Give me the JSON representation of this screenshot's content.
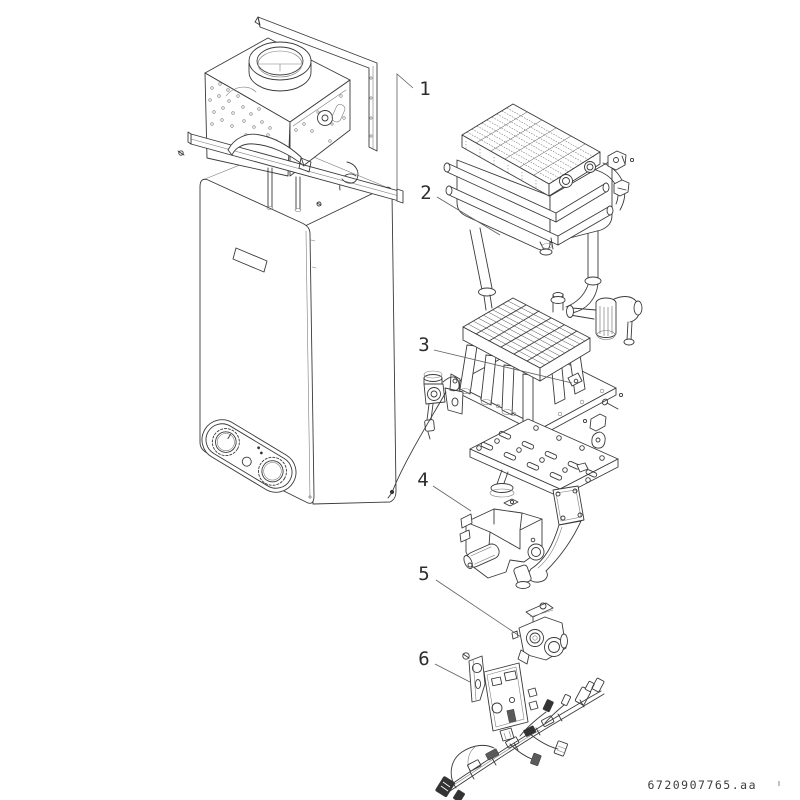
{
  "page": {
    "background": "#ffffff",
    "ink_color": "#3a3a3a",
    "leader_color": "#5f5f5f"
  },
  "callouts": [
    {
      "label": "1"
    },
    {
      "label": "2"
    },
    {
      "label": "3"
    },
    {
      "label": "4"
    },
    {
      "label": "5"
    },
    {
      "label": "6"
    }
  ],
  "footer": {
    "drawing_number": "6720907765.aa"
  }
}
